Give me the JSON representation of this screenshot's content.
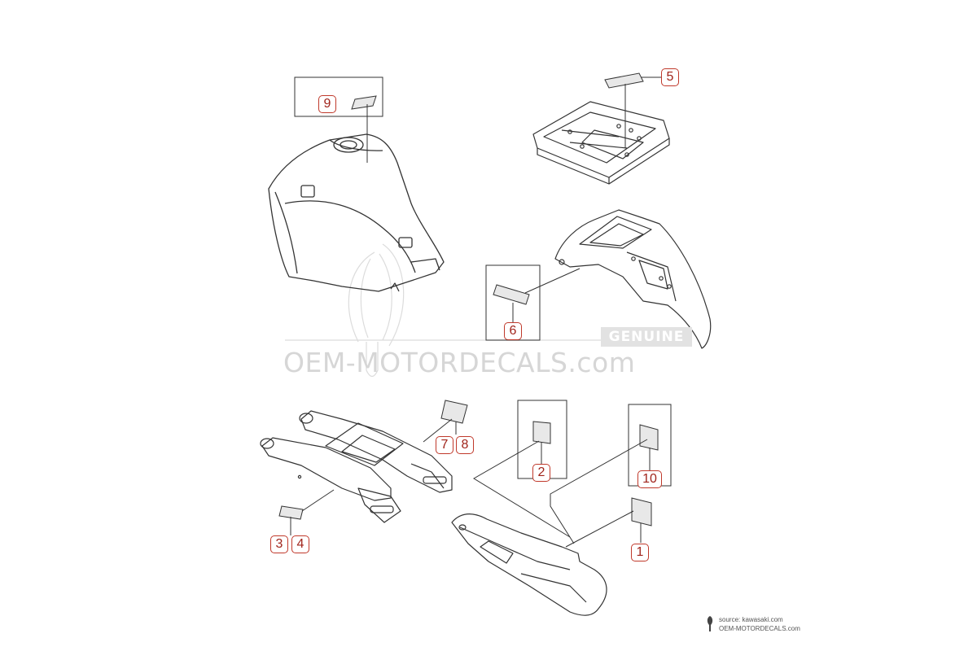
{
  "watermark": {
    "site": "OEM-MOTORDECALS.com",
    "badge": "GENUINE"
  },
  "source": {
    "line1": "source: kawasaki.com",
    "line2": "OEM-MOTORDECALS.com"
  },
  "callouts": {
    "c1": "1",
    "c2": "2",
    "c3": "3",
    "c4": "4",
    "c5": "5",
    "c6": "6",
    "c7": "7",
    "c8": "8",
    "c9": "9",
    "c10": "10"
  },
  "colors": {
    "callout_border": "#c0392b",
    "callout_text": "#a0241b",
    "line_art": "#333333",
    "watermark": "#d6d6d6"
  }
}
